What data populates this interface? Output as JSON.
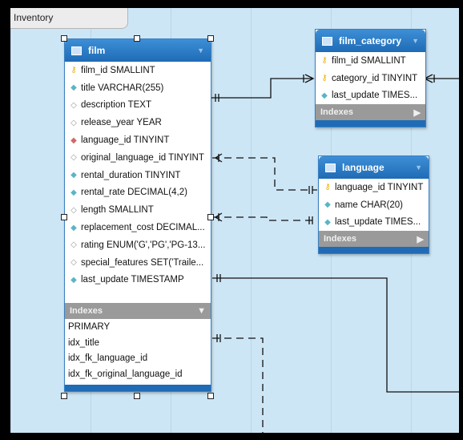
{
  "tab": {
    "label": "Inventory"
  },
  "film": {
    "name": "film",
    "columns": [
      {
        "icon": "primary-key-icon",
        "text": "film_id SMALLINT"
      },
      {
        "icon": "diamond-icon",
        "text": "title VARCHAR(255)"
      },
      {
        "icon": "hollow-diamond-icon",
        "text": "description TEXT"
      },
      {
        "icon": "hollow-diamond-icon",
        "text": "release_year YEAR"
      },
      {
        "icon": "foreign-key-icon",
        "text": "language_id TINYINT"
      },
      {
        "icon": "hollow-diamond-icon",
        "text": "original_language_id TINYINT"
      },
      {
        "icon": "diamond-icon",
        "text": "rental_duration TINYINT"
      },
      {
        "icon": "diamond-icon",
        "text": "rental_rate DECIMAL(4,2)"
      },
      {
        "icon": "hollow-diamond-icon",
        "text": "length SMALLINT"
      },
      {
        "icon": "diamond-icon",
        "text": "replacement_cost DECIMAL..."
      },
      {
        "icon": "hollow-diamond-icon",
        "text": "rating ENUM('G','PG','PG-13..."
      },
      {
        "icon": "hollow-diamond-icon",
        "text": "special_features SET('Traile..."
      },
      {
        "icon": "diamond-icon",
        "text": "last_update TIMESTAMP"
      }
    ],
    "indexes_label": "Indexes",
    "indexes": [
      "PRIMARY",
      "idx_title",
      "idx_fk_language_id",
      "idx_fk_original_language_id"
    ]
  },
  "film_category": {
    "name": "film_category",
    "columns": [
      {
        "icon": "primary-key-icon",
        "text": "film_id SMALLINT"
      },
      {
        "icon": "primary-key-icon",
        "text": "category_id TINYINT"
      },
      {
        "icon": "diamond-icon",
        "text": "last_update TIMES..."
      }
    ],
    "indexes_label": "Indexes"
  },
  "language": {
    "name": "language",
    "columns": [
      {
        "icon": "primary-key-icon",
        "text": "language_id TINYINT"
      },
      {
        "icon": "diamond-icon",
        "text": "name CHAR(20)"
      },
      {
        "icon": "diamond-icon",
        "text": "last_update TIMES..."
      }
    ],
    "indexes_label": "Indexes"
  },
  "colors": {
    "canvas": "#cde6f6",
    "header": "#1f6bb6",
    "index_bar": "#9a9a9a"
  }
}
